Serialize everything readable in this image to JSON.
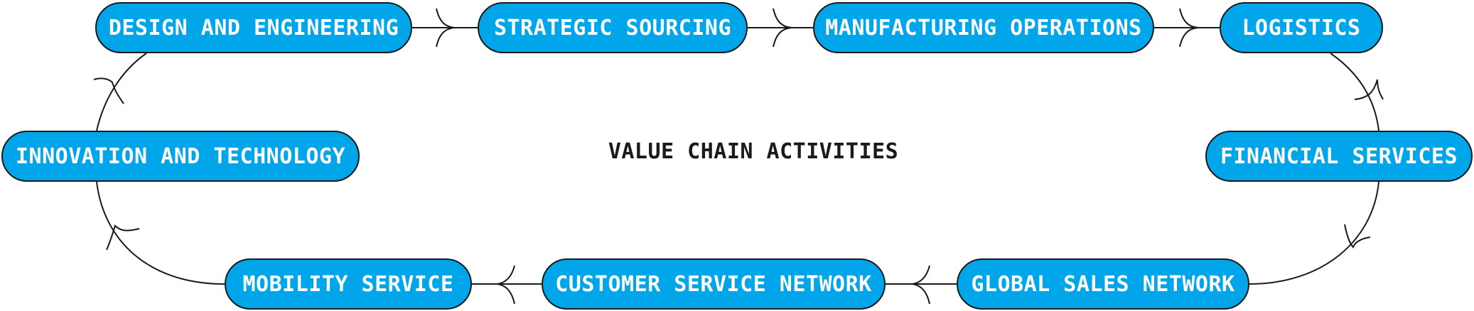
{
  "diagram": {
    "title": "VALUE CHAIN ACTIVITIES",
    "accent_color": "#00a5ea",
    "line_color": "#1a1a1a",
    "nodes": [
      "DESIGN AND ENGINEERING",
      "STRATEGIC SOURCING",
      "MANUFACTURING OPERATIONS",
      "LOGISTICS",
      "FINANCIAL SERVICES",
      "GLOBAL SALES NETWORK",
      "CUSTOMER SERVICE NETWORK",
      "MOBILITY SERVICE",
      "INNOVATION AND TECHNOLOGY"
    ]
  }
}
